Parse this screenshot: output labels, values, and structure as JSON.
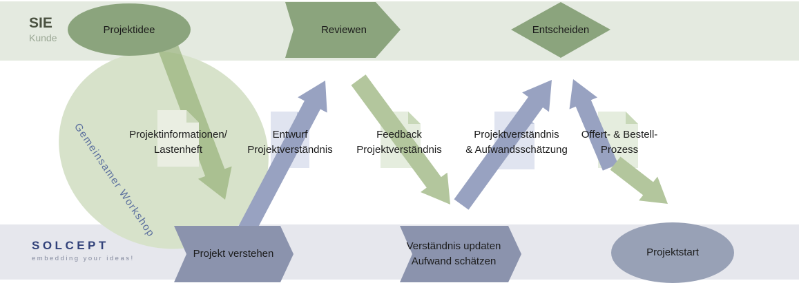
{
  "workshop": {
    "label": "Gemeinsamer Workshop"
  },
  "lanes": {
    "customer": {
      "actor": "SIE",
      "role": "Kunde",
      "steps": {
        "idea": "Projektidee",
        "review": "Reviewen",
        "decide": "Entscheiden"
      }
    },
    "provider": {
      "actor": "SOLCEPT",
      "tagline": "embedding your ideas!",
      "steps": {
        "understand": "Projekt verstehen",
        "update_line1": "Verständnis updaten",
        "update_line2": "Aufwand schätzen",
        "start": "Projektstart"
      }
    }
  },
  "documents": [
    {
      "line1": "Projektinformationen/",
      "line2": "Lastenheft"
    },
    {
      "line1": "Entwurf",
      "line2": "Projektverständnis"
    },
    {
      "line1": "Feedback",
      "line2": "Projektverständnis"
    },
    {
      "line1": "Projektverständnis",
      "line2": "& Aufwandsschätzung"
    },
    {
      "line1": "Offert- & Bestell-",
      "line2": "Prozess"
    }
  ],
  "colors": {
    "customer_band": "#e4eae0",
    "provider_band": "#e6e7ed",
    "customer_shape": "#8ba47d",
    "provider_shape": "#8b93ad",
    "provider_ellipse": "#98a1b6",
    "workshop_ellipse": "#d7e2ca",
    "green_arrow": "#b3c69d",
    "blue_arrow": "#98a2c1",
    "doc_green": "#e5edde",
    "doc_blue": "#e0e4f0",
    "workshop_text": "#5b6f9e",
    "brand_text": "#32427a"
  }
}
